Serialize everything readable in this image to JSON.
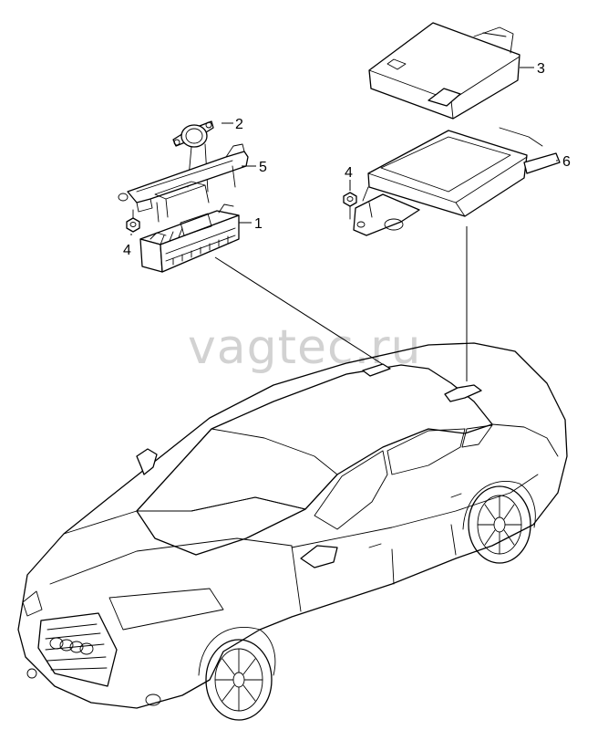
{
  "watermark": "vagtec.ru",
  "callouts": [
    {
      "id": "1",
      "label": "1"
    },
    {
      "id": "2",
      "label": "2"
    },
    {
      "id": "3",
      "label": "3"
    },
    {
      "id": "4a",
      "label": "4"
    },
    {
      "id": "4b",
      "label": "4"
    },
    {
      "id": "5",
      "label": "5"
    },
    {
      "id": "6",
      "label": "6"
    }
  ],
  "icons": {
    "sensor": "sensor-icon",
    "bracket": "bracket-icon",
    "control_unit": "control-unit-icon",
    "nut": "nut-icon",
    "car": "car-icon"
  }
}
